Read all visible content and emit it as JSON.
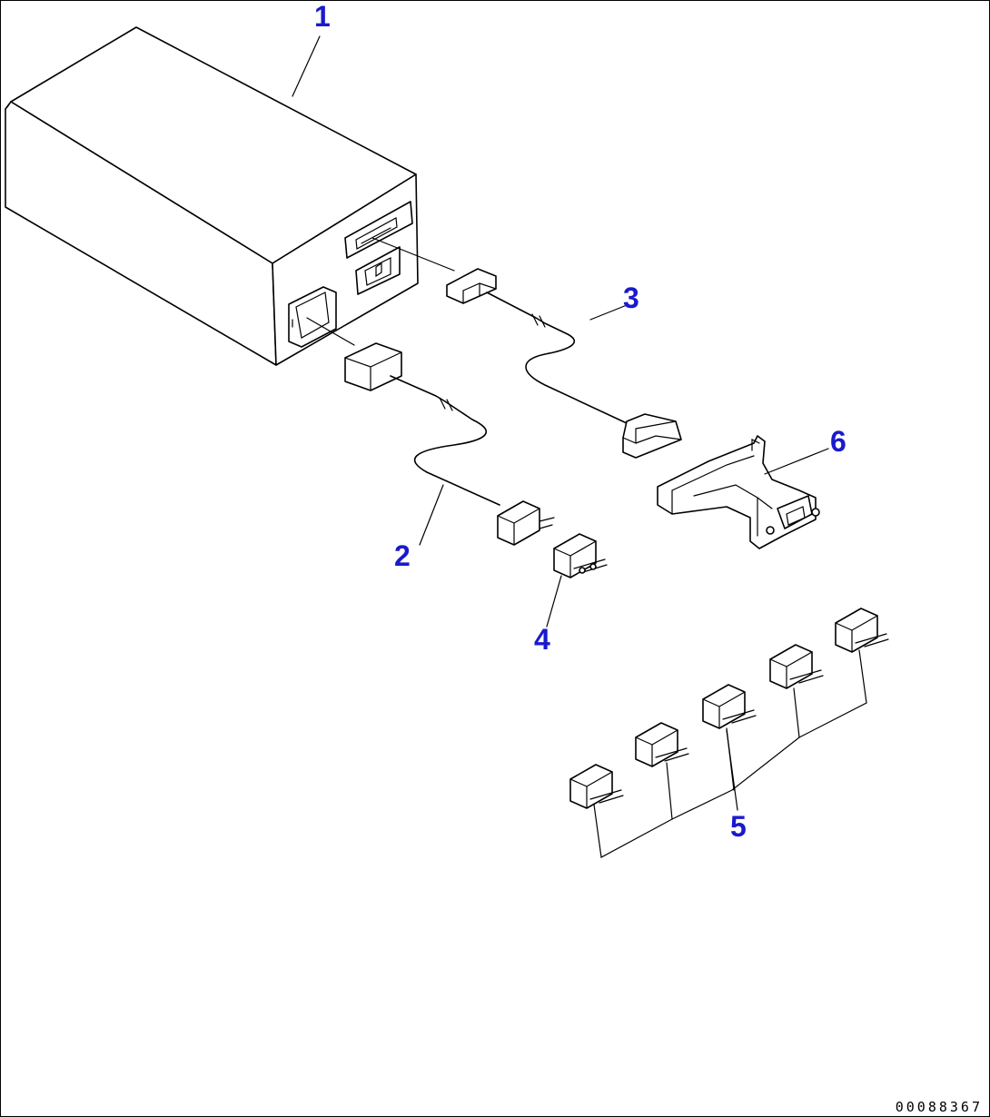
{
  "callouts": [
    {
      "id": "1",
      "label": "1"
    },
    {
      "id": "2",
      "label": "2"
    },
    {
      "id": "3",
      "label": "3"
    },
    {
      "id": "4",
      "label": "4"
    },
    {
      "id": "5",
      "label": "5"
    },
    {
      "id": "6",
      "label": "6"
    }
  ],
  "drawing_number": "00088367",
  "colors": {
    "callout": "#1a1acc",
    "line": "#000000",
    "background": "#ffffff"
  }
}
